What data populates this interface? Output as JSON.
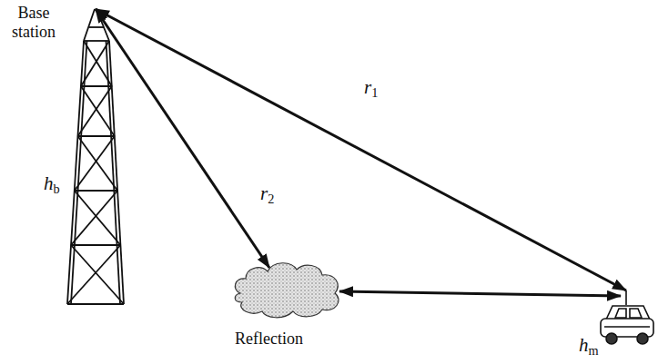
{
  "diagram": {
    "nodes": [
      {
        "text": [
          "Base station"
        ]
      },
      {
        "text": [
          "Reflection"
        ]
      },
      {
        "text": [
          "hm"
        ]
      }
    ],
    "edges": [
      {
        "from": 0,
        "to": 2,
        "arrow": "both",
        "label": "r1"
      },
      {
        "from": 0,
        "to": 1,
        "arrow": "both",
        "label": "r2"
      },
      {
        "from": 1,
        "to": 2,
        "arrow": "both"
      }
    ],
    "labels": [
      "hb"
    ]
  }
}
